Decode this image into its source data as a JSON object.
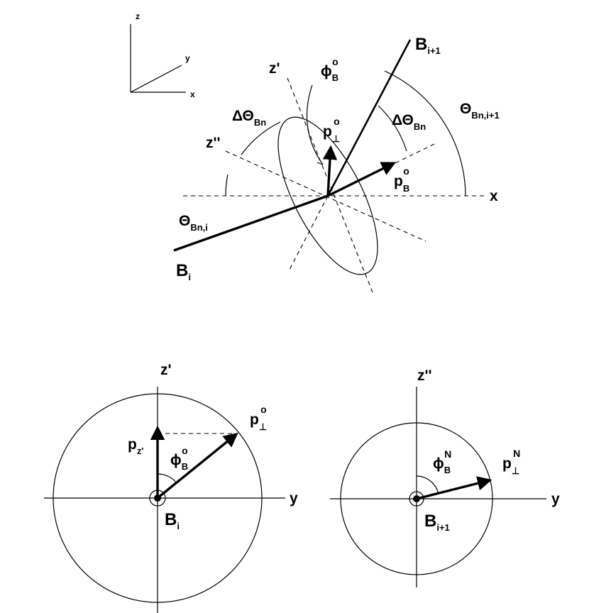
{
  "labels": {
    "axis_z": "z",
    "axis_y": "y",
    "axis_x": "x",
    "z_prime": "z'",
    "z_double_prime": "z''",
    "x_axis": "x",
    "y_axis": "y",
    "phi": "ϕ",
    "phi_sub": "B",
    "sup_o": "o",
    "sup_n": "N",
    "p": "p",
    "perp": "⊥",
    "p_sub_B": "B",
    "p_z_sub": "z'",
    "B": "B",
    "B_sub_i": "i",
    "B_sub_i1": "i+1",
    "delta_theta": "ΔΘ",
    "delta_theta_sub": "Bn",
    "theta": "Θ",
    "theta_sub_i": "Bn,i",
    "theta_sub_i1": "Bn,i+1"
  }
}
